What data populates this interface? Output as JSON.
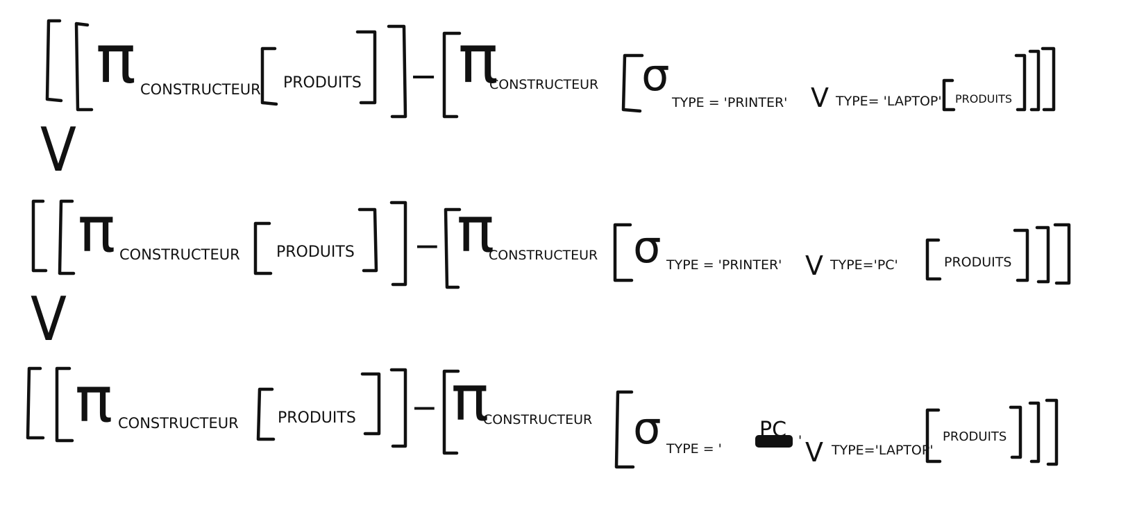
{
  "union_symbol": "V",
  "expressions": [
    {
      "pi": "π",
      "attr": "CONSTRUCTEUR",
      "relation": "PRODUITS",
      "minus": "−",
      "sigma": "σ",
      "cond_left": "TYPE = 'PRINTER'",
      "or_symbol": "V",
      "cond_right": "TYPE= 'LAPTOP'",
      "relation2": "PRODUITS"
    },
    {
      "pi": "π",
      "attr": "CONSTRUCTEUR",
      "relation": "PRODUITS",
      "minus": "−",
      "sigma": "σ",
      "cond_left": "TYPE = 'PRINTER'",
      "or_symbol": "V",
      "cond_right": "TYPE='PC'",
      "relation2": "PRODUITS"
    },
    {
      "pi": "π",
      "attr": "CONSTRUCTEUR",
      "relation": "PRODUITS",
      "minus": "−",
      "sigma": "σ",
      "cond_left_prefix": "TYPE = '",
      "cond_left_value": "PC",
      "cond_left_suffix": "'",
      "or_symbol": "V",
      "cond_right": "TYPE='LAPTOP'",
      "relation2": "PRODUITS"
    }
  ]
}
